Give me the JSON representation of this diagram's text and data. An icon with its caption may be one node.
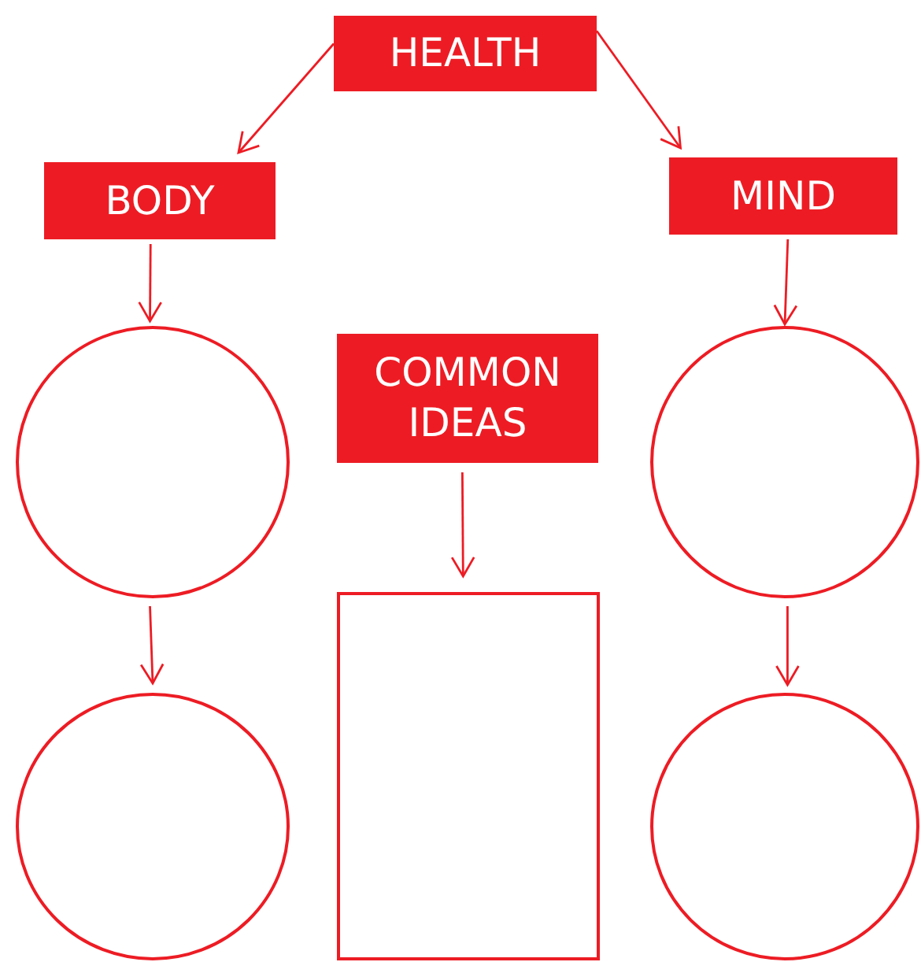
{
  "diagram": {
    "nodes": [
      {
        "text": [
          "HEALTH"
        ]
      },
      {
        "text": [
          "BODY"
        ]
      },
      {
        "text": [
          "MIND"
        ]
      },
      {
        "text": [],
        "shape": "circle"
      },
      {
        "text": [
          "COMMON IDEAS"
        ]
      },
      {
        "text": [],
        "shape": "circle"
      },
      {
        "text": [],
        "shape": "box"
      },
      {
        "text": [],
        "shape": "circle"
      },
      {
        "text": [],
        "shape": "circle"
      }
    ],
    "edges": [
      {
        "from": 0,
        "to": 1,
        "arrow": "to"
      },
      {
        "from": 0,
        "to": 2,
        "arrow": "to"
      },
      {
        "from": 1,
        "to": 3,
        "arrow": "to"
      },
      {
        "from": 2,
        "to": 5,
        "arrow": "to"
      },
      {
        "from": 4,
        "to": 6,
        "arrow": "to"
      },
      {
        "from": 3,
        "to": 7,
        "arrow": "to"
      },
      {
        "from": 5,
        "to": 8,
        "arrow": "to"
      }
    ]
  }
}
